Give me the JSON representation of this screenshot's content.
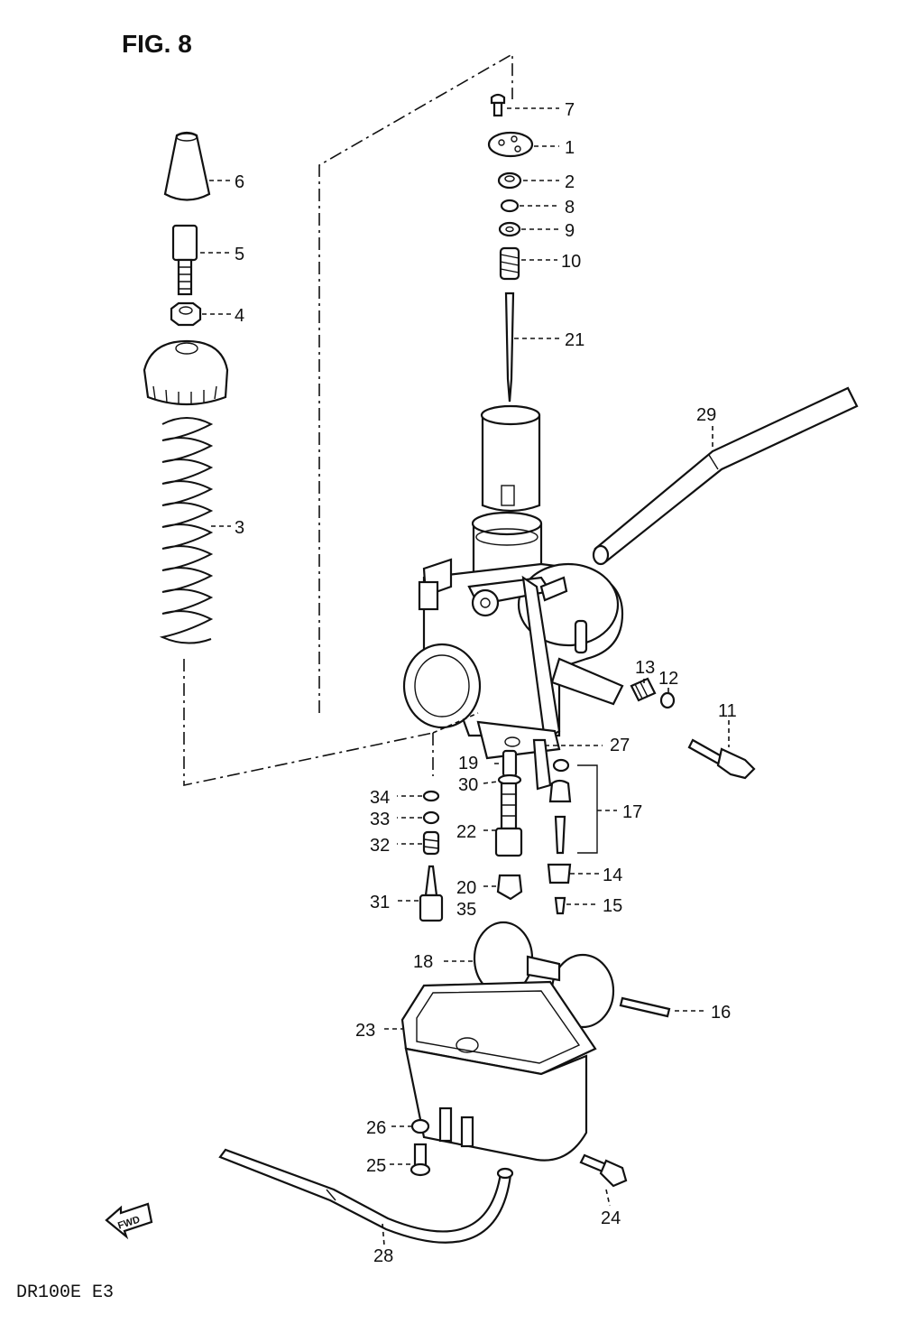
{
  "figure": {
    "title": "FIG. 8",
    "model": "DR100E E3"
  },
  "fwd_arrow": {
    "label": "FWD"
  },
  "callouts": {
    "c1": "1",
    "c2": "2",
    "c3": "3",
    "c4": "4",
    "c5": "5",
    "c6": "6",
    "c7": "7",
    "c8": "8",
    "c9": "9",
    "c10": "10",
    "c11": "11",
    "c12": "12",
    "c13": "13",
    "c14": "14",
    "c15": "15",
    "c16": "16",
    "c17": "17",
    "c18": "18",
    "c19": "19",
    "c20": "20",
    "c21": "21",
    "c22": "22",
    "c23": "23",
    "c24": "24",
    "c25": "25",
    "c26": "26",
    "c27": "27",
    "c28": "28",
    "c29": "29",
    "c30": "30",
    "c31": "31",
    "c32": "32",
    "c33": "33",
    "c34": "34",
    "c35": "35"
  }
}
